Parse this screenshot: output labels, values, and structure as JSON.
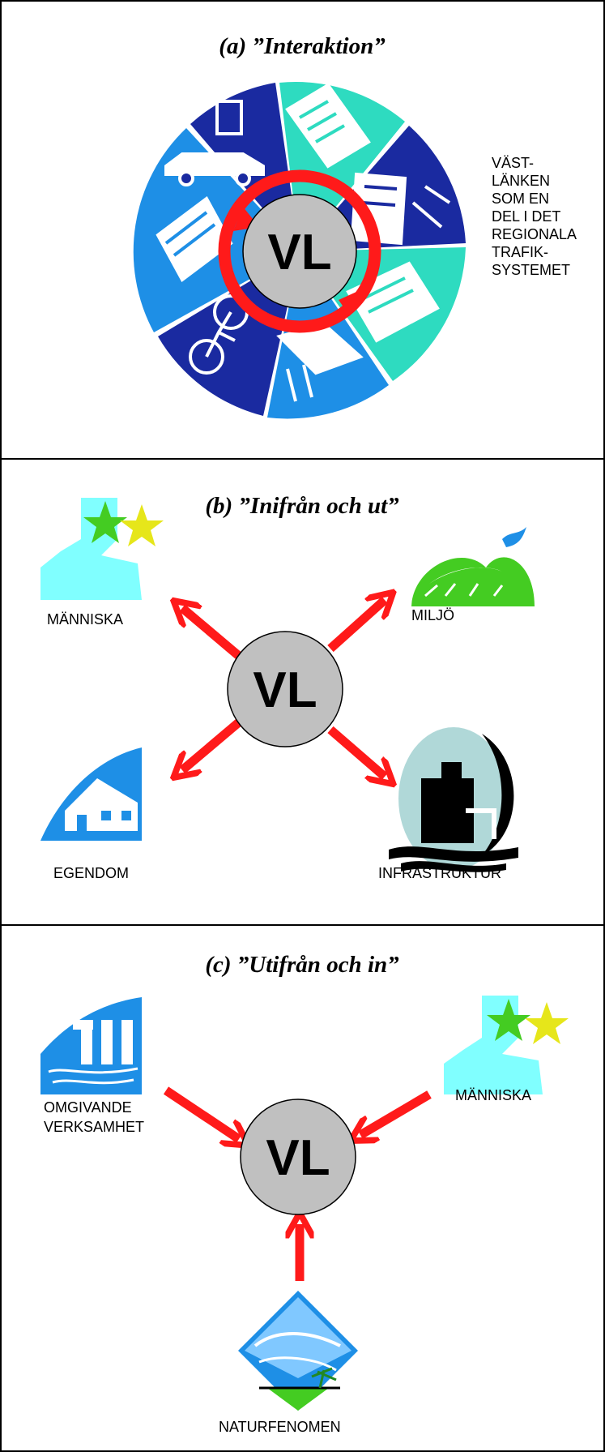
{
  "colors": {
    "dark_blue": "#1a2aa0",
    "mid_blue": "#1e8fe6",
    "teal": "#2edbc0",
    "red": "#ff1a1a",
    "grey": "#c0c0c0",
    "cyan": "#80ffff",
    "green": "#44cc22",
    "yellow": "#e6e61a",
    "slate": "#b0d8d8"
  },
  "section_a": {
    "title": "(a) ”Interaktion”",
    "center": "VL",
    "side_label": [
      "VÄST-",
      "LÄNKEN",
      "SOM EN",
      "DEL I DET",
      "REGIONALA",
      "TRAFIK-",
      "SYSTEMET"
    ],
    "wedge_icons": [
      "car-icon",
      "tram-icon",
      "bus-icon",
      "train-icon",
      "rail-icon",
      "bicycle-icon",
      "ferry-icon"
    ]
  },
  "section_b": {
    "title": "(b) ”Inifrån och ut”",
    "center": "VL",
    "labels": {
      "manniska": "MÄNNISKA",
      "miljo": "MILJÖ",
      "egendom": "EGENDOM",
      "infrastruktur": "INFRASTRUKTUR"
    }
  },
  "section_c": {
    "title": "(c) ”Utifrån och in”",
    "center": "VL",
    "labels": {
      "omgivande": [
        "OMGIVANDE",
        "VERKSAMHET"
      ],
      "manniska": "MÄNNISKA",
      "naturfenomen": "NATURFENOMEN"
    }
  }
}
